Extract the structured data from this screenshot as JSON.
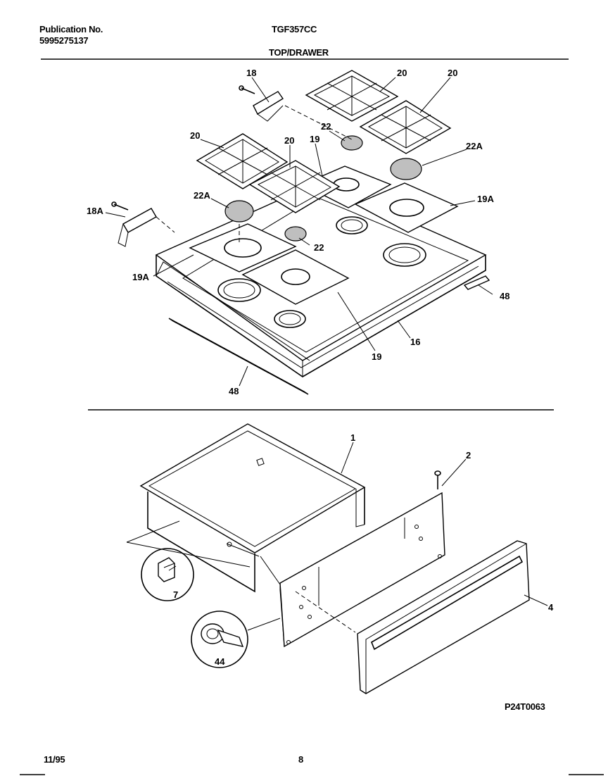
{
  "header": {
    "publication_label": "Publication No.",
    "publication_number": "5995275137",
    "model": "TGF357CC",
    "section_title": "TOP/DRAWER"
  },
  "callouts": {
    "c18": "18",
    "c20a": "20",
    "c20b": "20",
    "c20c": "20",
    "c20d": "20",
    "c22a": "22",
    "c22b": "22",
    "c22A_a": "22A",
    "c22A_b": "22A",
    "c19a": "19",
    "c19b": "19",
    "c19A_a": "19A",
    "c19A_b": "19A",
    "c18A": "18A",
    "c48a": "48",
    "c48b": "48",
    "c16": "16",
    "c1": "1",
    "c2": "2",
    "c4": "4",
    "c7": "7",
    "c44": "44"
  },
  "drawing_code": "P24T0063",
  "footer": {
    "date": "11/95",
    "page": "8"
  }
}
